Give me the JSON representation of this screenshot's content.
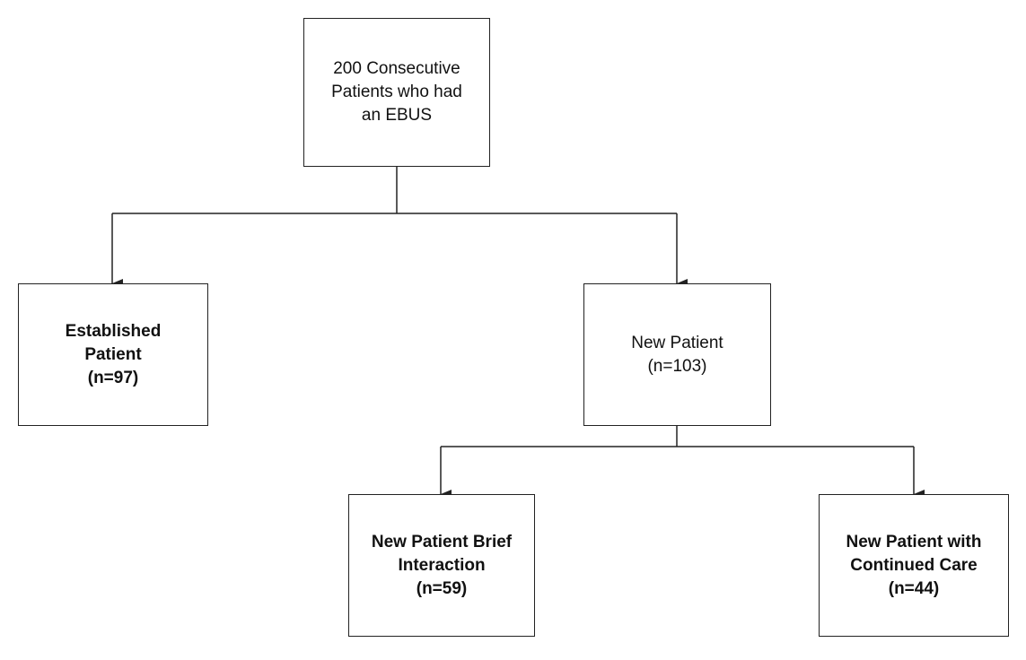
{
  "nodes": {
    "root": {
      "lines": [
        "200 Consecutive",
        "Patients who had",
        "an EBUS"
      ]
    },
    "established": {
      "lines": [
        "Established",
        "Patient",
        "(n=97)"
      ]
    },
    "new_patient": {
      "lines": [
        "New Patient",
        "(n=103)"
      ]
    },
    "brief": {
      "lines": [
        "New Patient Brief",
        "Interaction",
        "(n=59)"
      ]
    },
    "continued": {
      "lines": [
        "New Patient with",
        "Continued Care",
        "(n=44)"
      ]
    }
  },
  "style": {
    "line_color": "#222222",
    "box_border_color": "#222222",
    "text_color": "#111111"
  }
}
